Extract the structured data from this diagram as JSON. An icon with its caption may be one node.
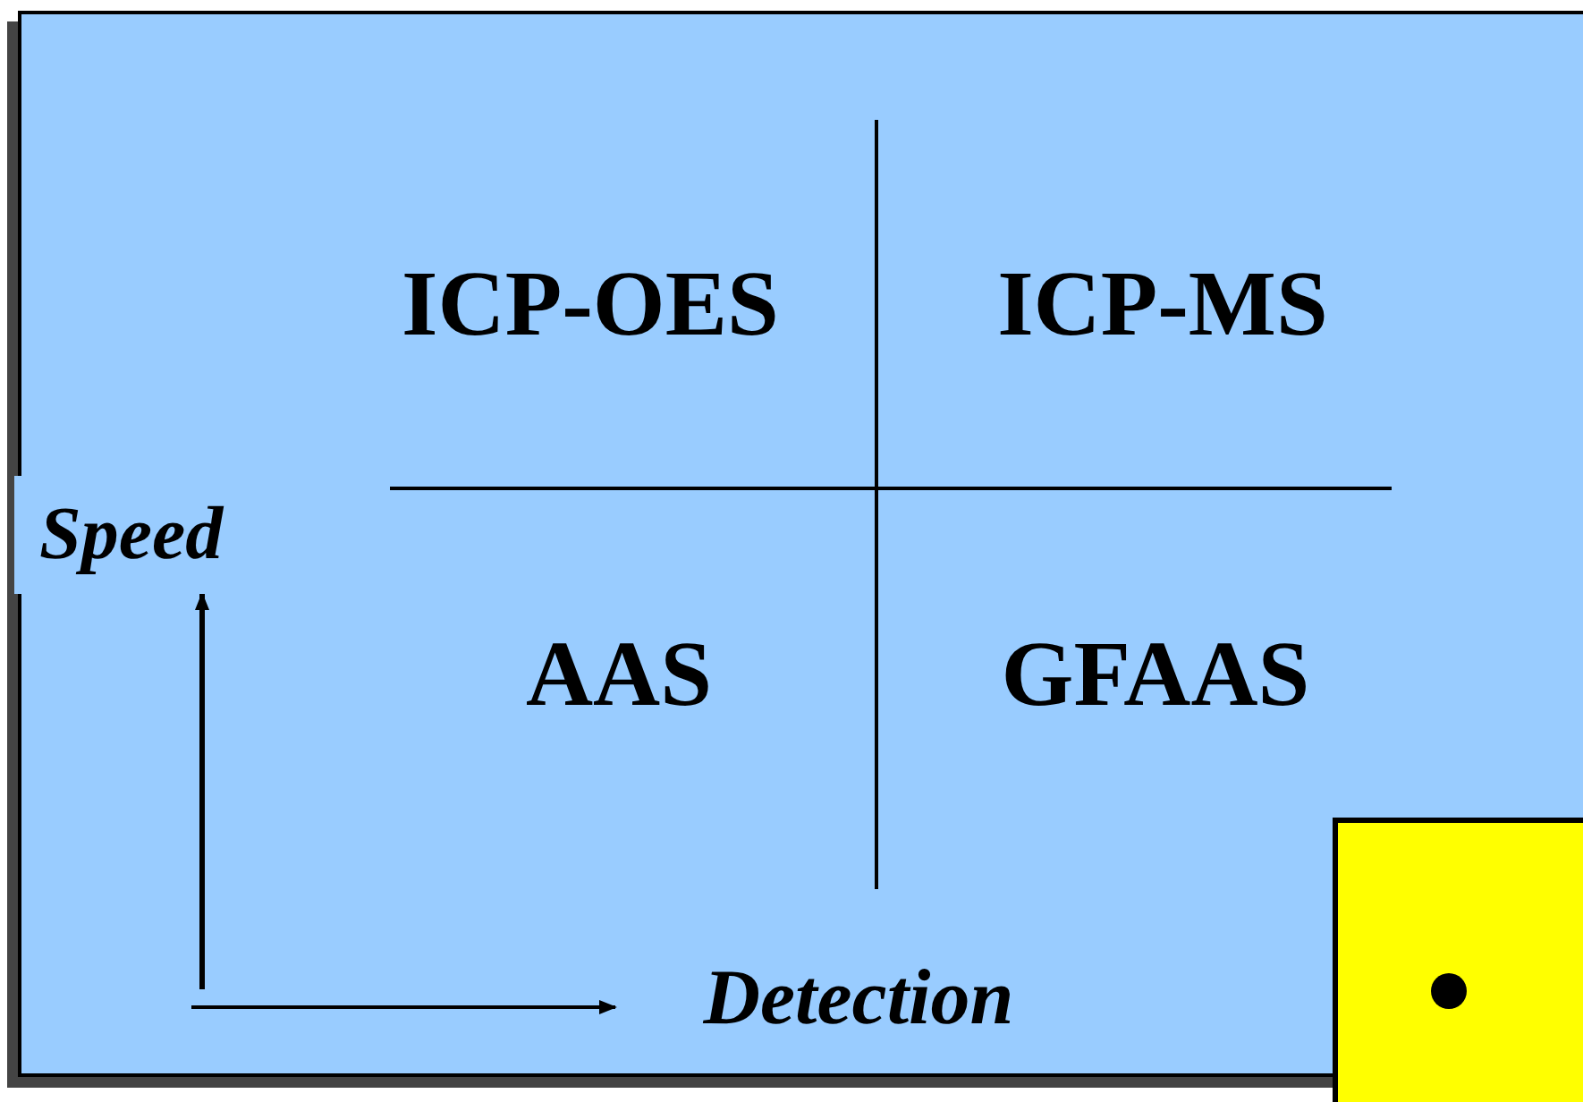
{
  "diagram": {
    "nodes": [
      {
        "text": [],
        "shape": "box"
      },
      {
        "text": [],
        "shape": "box"
      }
    ],
    "labels": [
      "ICP-OES",
      "ICP-MS",
      "Speed",
      "AAS",
      "GFAAS",
      "Detection"
    ]
  }
}
